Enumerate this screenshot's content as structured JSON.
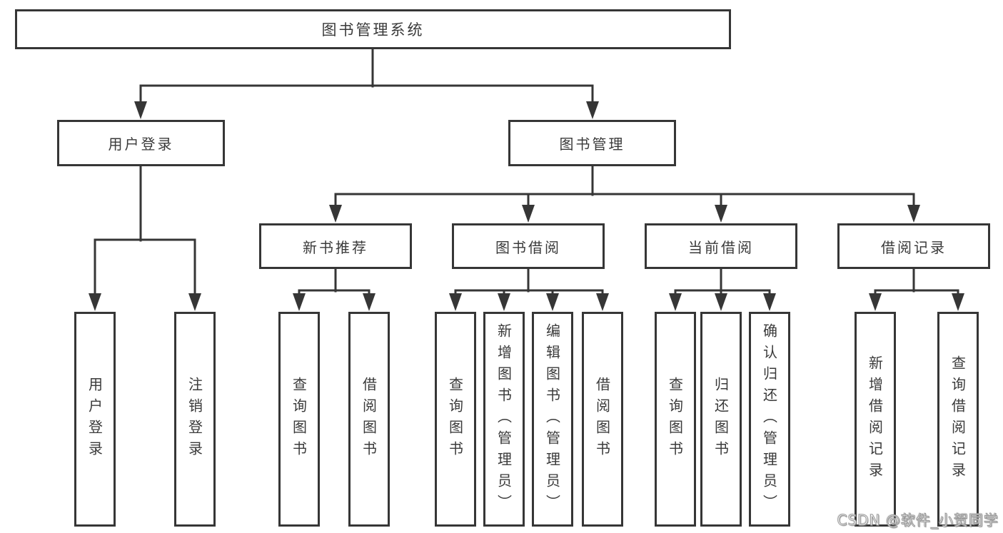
{
  "tree": {
    "root_label": "图书管理系统",
    "branches": [
      {
        "label": "用户登录",
        "leaves": [
          {
            "label": "用户登录"
          },
          {
            "label": "注销登录"
          }
        ]
      },
      {
        "label": "图书管理",
        "sections": [
          {
            "label": "新书推荐",
            "leaves": [
              {
                "label": "查询图书"
              },
              {
                "label": "借阅图书"
              }
            ]
          },
          {
            "label": "图书借阅",
            "leaves": [
              {
                "label": "查询图书"
              },
              {
                "label": "新增图书（管理员）"
              },
              {
                "label": "编辑图书（管理员）"
              },
              {
                "label": "借阅图书"
              }
            ]
          },
          {
            "label": "当前借阅",
            "leaves": [
              {
                "label": "查询图书"
              },
              {
                "label": "归还图书"
              },
              {
                "label": "确认归还（管理员）"
              }
            ]
          },
          {
            "label": "借阅记录",
            "leaves": [
              {
                "label": "新增借阅记录"
              },
              {
                "label": "查询借阅记录"
              }
            ]
          }
        ]
      }
    ]
  },
  "watermark": {
    "text": "CSDN @软件_小贺同学"
  },
  "colors": {
    "line": "#363636",
    "text": "#3a3a3a",
    "background": "#ffffff"
  }
}
